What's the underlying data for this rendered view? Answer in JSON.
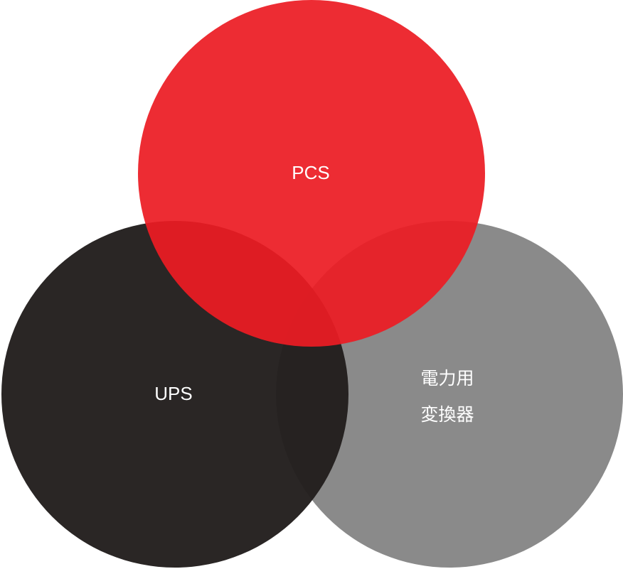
{
  "diagram": {
    "type": "venn",
    "colors": {
      "pcs": "#ec1c24",
      "ups": "#231f1e",
      "converter": "#8a8a8a",
      "label_text": "#ffffff"
    },
    "circles": {
      "pcs": {
        "label": "PCS"
      },
      "ups": {
        "label": "UPS"
      },
      "converter": {
        "label_line1": "電力用",
        "label_line2": "変換器"
      }
    }
  }
}
